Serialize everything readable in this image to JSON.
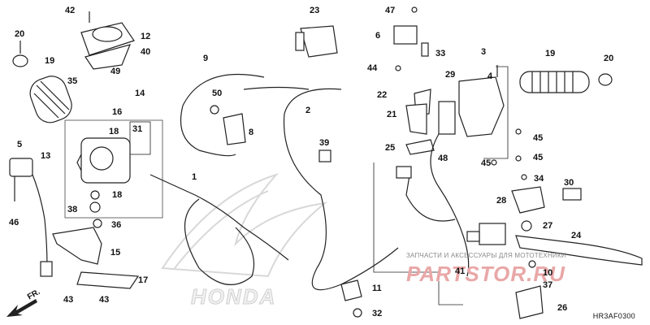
{
  "diagram_code": "HR3AF0300",
  "brand_text": "HONDA",
  "fr_label": "FR.",
  "watermark": {
    "caption": "ЗАПЧАСТИ И АКСЕССУАРЫ ДЛЯ МОТОТЕХНИКИ",
    "logo_text": "PARTSTOR.RU"
  },
  "callouts": [
    "1",
    "2",
    "3",
    "4",
    "5",
    "6",
    "8",
    "9",
    "10",
    "11",
    "12",
    "13",
    "14",
    "15",
    "16",
    "17",
    "18",
    "18",
    "19",
    "19",
    "20",
    "20",
    "21",
    "22",
    "23",
    "24",
    "25",
    "26",
    "27",
    "28",
    "29",
    "30",
    "31",
    "32",
    "33",
    "34",
    "35",
    "36",
    "37",
    "38",
    "39",
    "40",
    "41",
    "42",
    "43",
    "43",
    "44",
    "45",
    "45",
    "45",
    "46",
    "47",
    "48",
    "49",
    "50"
  ],
  "colors": {
    "line": "#222222",
    "watermark_red": "#e9a7a7"
  }
}
